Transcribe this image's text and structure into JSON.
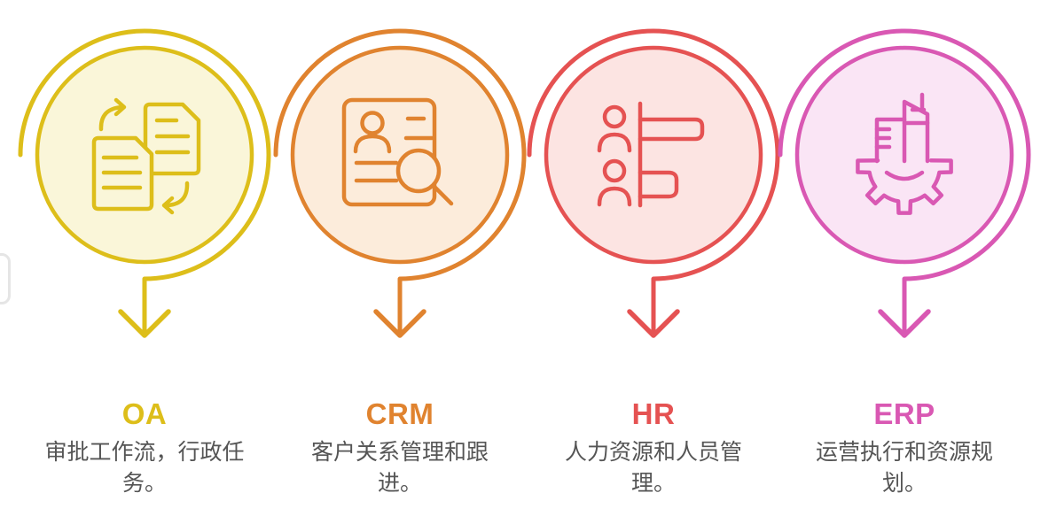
{
  "page": {
    "background": "#ffffff",
    "description_text_color": "#555555",
    "edge_fragment_color": "#e5e5e5"
  },
  "sections": [
    {
      "id": "oa",
      "title": "OA",
      "description": "审批工作流，行政任务。",
      "color": "#ddbe1a",
      "fill_color": "#faf6d9",
      "icon": "documents-transfer-icon"
    },
    {
      "id": "crm",
      "title": "CRM",
      "description": "客户关系管理和跟进。",
      "color": "#e0832f",
      "fill_color": "#fcecdb",
      "icon": "customer-profile-search-icon"
    },
    {
      "id": "hr",
      "title": "HR",
      "description": "人力资源和人员管理。",
      "color": "#e55252",
      "fill_color": "#fce4e2",
      "icon": "people-org-chart-icon"
    },
    {
      "id": "erp",
      "title": "ERP",
      "description": "运营执行和资源规划。",
      "color": "#d958b3",
      "fill_color": "#fae5f5",
      "icon": "factory-gear-icon"
    }
  ]
}
